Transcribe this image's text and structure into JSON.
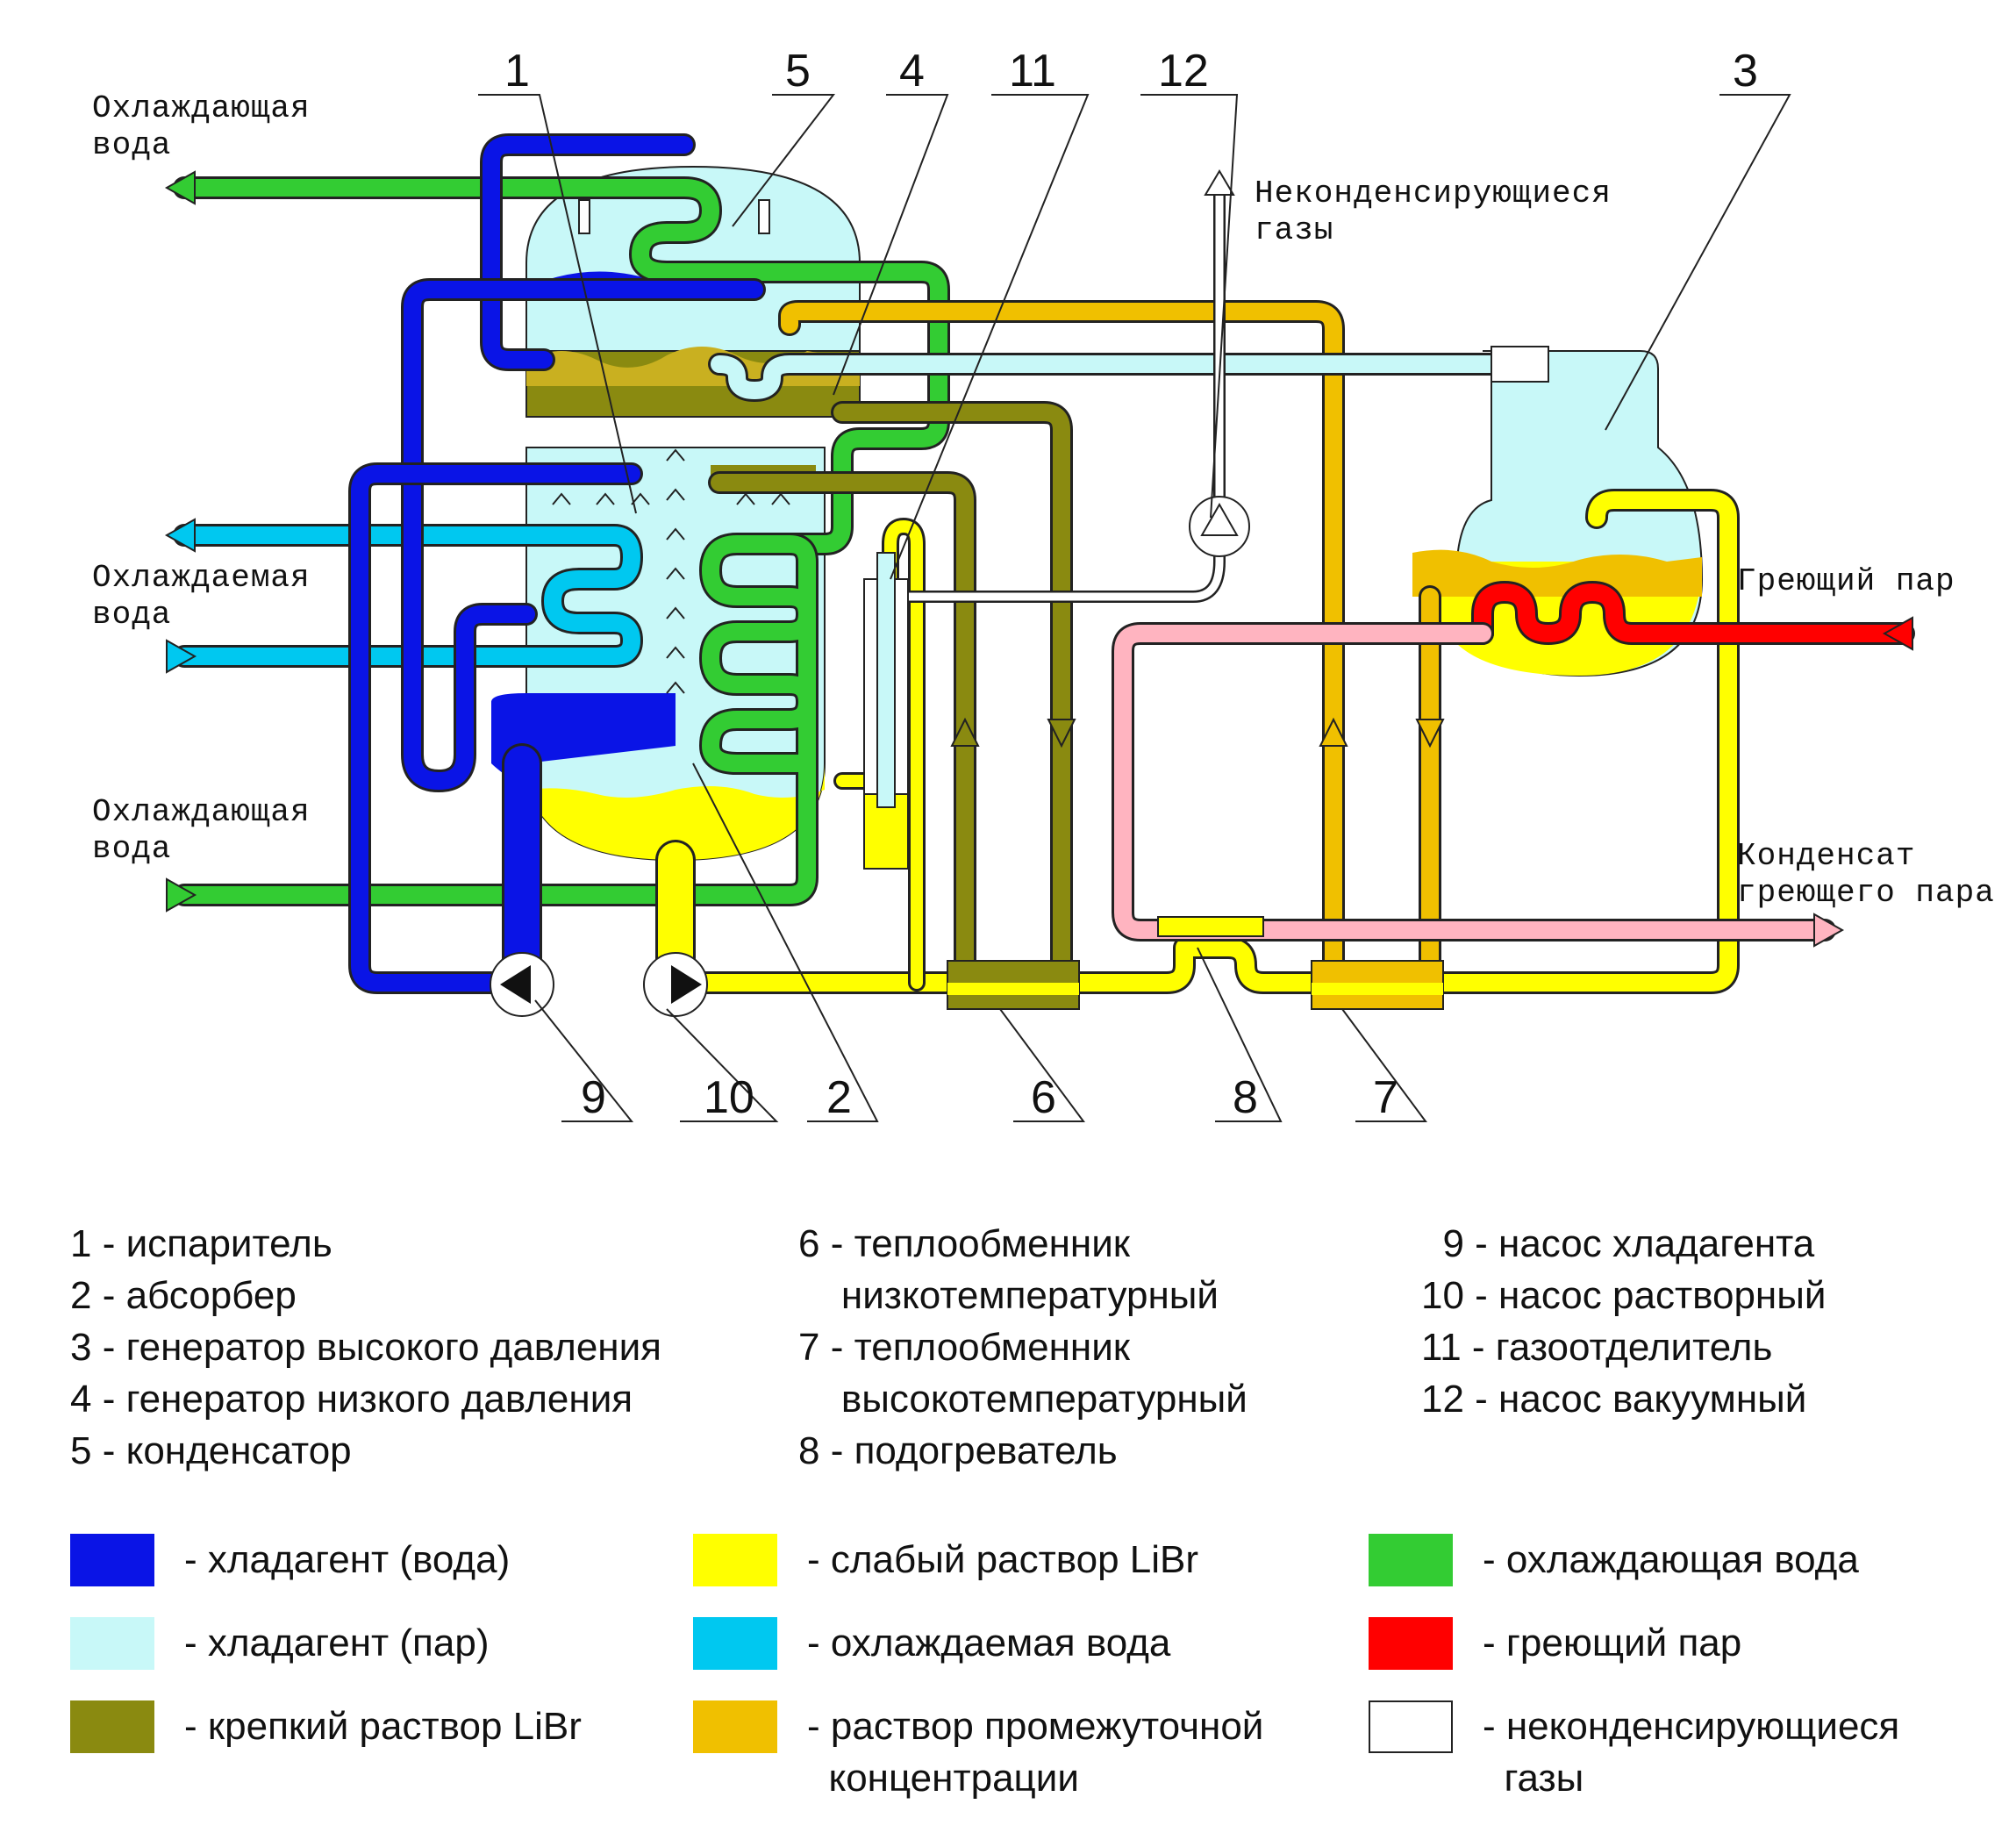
{
  "labels": {
    "cooling_water_top_1": "Охлаждающая",
    "cooling_water_top_2": "вода",
    "chilled_water_1": "Охлаждаемая",
    "chilled_water_2": "вода",
    "cooling_water_bottom_1": "Охлаждающая",
    "cooling_water_bottom_2": "вода",
    "noncond_1": "Неконденсирующиеся",
    "noncond_2": "газы",
    "heating_steam": "Греющий пар",
    "condensate_1": "Конденсат",
    "condensate_2": "греющего пара"
  },
  "callouts": {
    "n1": "1",
    "n2": "2",
    "n3": "3",
    "n4": "4",
    "n5": "5",
    "n6": "6",
    "n7": "7",
    "n8": "8",
    "n9": "9",
    "n10": "10",
    "n11": "11",
    "n12": "12"
  },
  "components": {
    "col1": [
      "1 - испаритель",
      "2 - абсорбер",
      "3 - генератор высокого давления",
      "4 - генератор низкого давления",
      "5 - конденсатор"
    ],
    "col2": [
      "6 - теплообменник",
      "    низкотемпературный",
      "7 - теплообменник",
      "    высокотемпературный",
      "8 - подогреватель"
    ],
    "col3": [
      "  9 - насос хладагента",
      "10 - насос растворный",
      "11 - газоотделитель",
      "12 - насос вакуумный"
    ]
  },
  "legend": [
    {
      "color": "#0a14e6",
      "text": "- хладагент (вода)"
    },
    {
      "color": "#c8f8f8",
      "text": "- хладагент (пар)"
    },
    {
      "color": "#8a8a10",
      "text": "- крепкий раствор LiBr"
    },
    {
      "color": "#ffff00",
      "text": "- слабый раствор LiBr"
    },
    {
      "color": "#00c8f0",
      "text": "- охлаждаемая вода"
    },
    {
      "color": "#f0c000",
      "text": "- раствор промежуточной\n  концентрации"
    },
    {
      "color": "#33cc33",
      "text": "- охлаждающая вода"
    },
    {
      "color": "#ff0000",
      "text": "- греющий пар"
    },
    {
      "color": "#ffffff",
      "text": "- неконденсирующиеся\n  газы"
    }
  ]
}
